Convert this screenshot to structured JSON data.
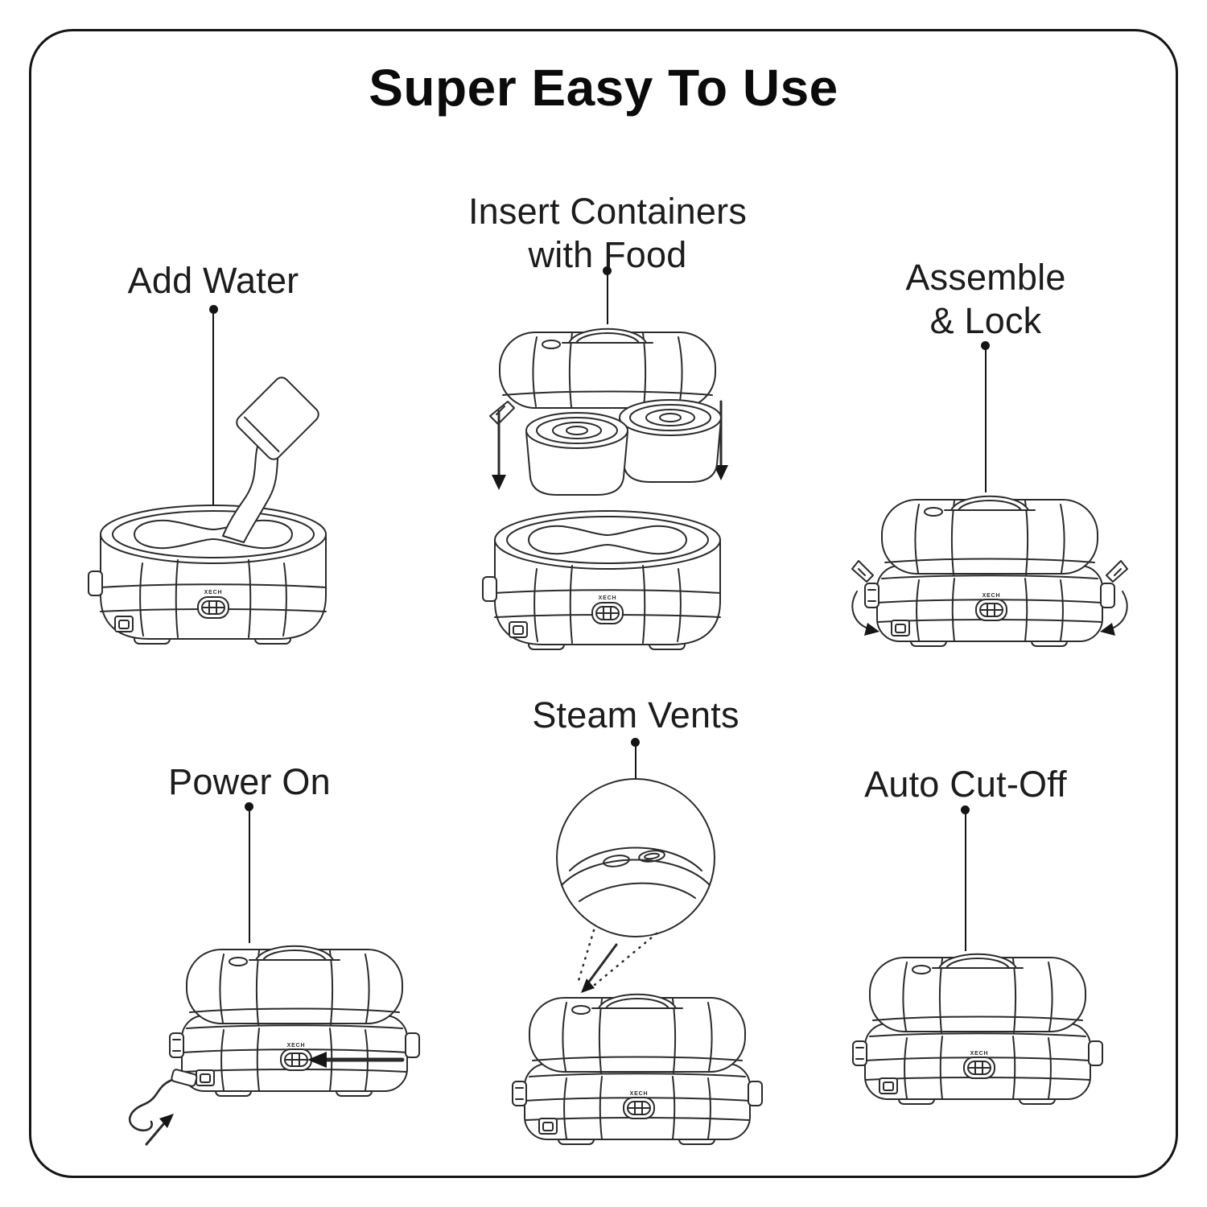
{
  "title": "Super Easy To Use",
  "brand": "XECH",
  "colors": {
    "ink": "#141414",
    "line": "#2b2b2b",
    "background": "#ffffff"
  },
  "steps": [
    {
      "id": "add-water",
      "label_lines": [
        "Add Water"
      ]
    },
    {
      "id": "insert-containers",
      "label_lines": [
        "Insert Containers",
        "with Food"
      ]
    },
    {
      "id": "assemble-lock",
      "label_lines": [
        "Assemble",
        "& Lock"
      ]
    },
    {
      "id": "power-on",
      "label_lines": [
        "Power On"
      ]
    },
    {
      "id": "steam-vents",
      "label_lines": [
        "Steam Vents"
      ]
    },
    {
      "id": "auto-cut-off",
      "label_lines": [
        "Auto Cut-Off"
      ]
    }
  ]
}
